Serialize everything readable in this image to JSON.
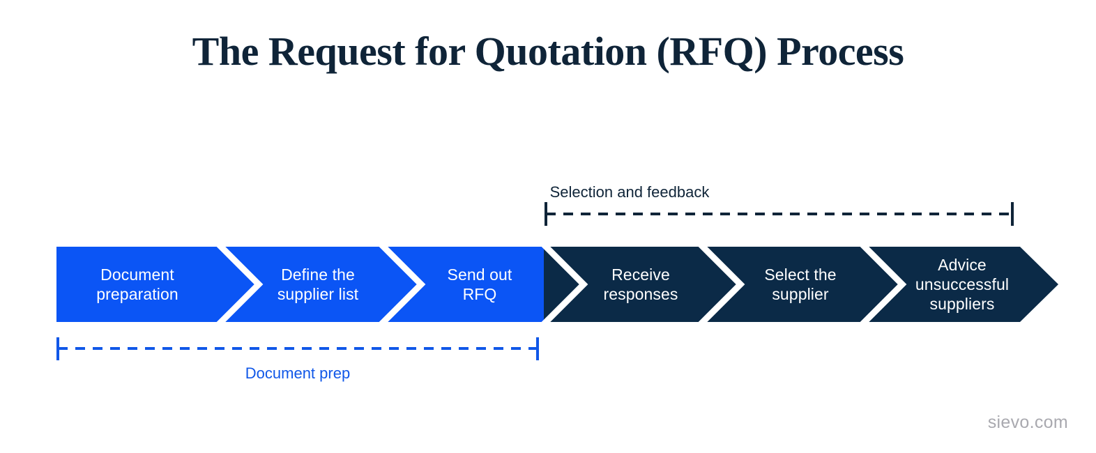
{
  "page": {
    "title": "The Request for Quotation (RFQ) Process",
    "watermark": "sievo.com",
    "background_color": "#ffffff"
  },
  "colors": {
    "blue": "#0B55F5",
    "navy": "#0B2A47",
    "title": "#0F2438",
    "label_blue": "#1057E8",
    "watermark": "#A9A9AF",
    "chevron_gap": "#ffffff"
  },
  "process": {
    "name": "rfq-process-chevron-flow",
    "steps": [
      {
        "id": "step-1",
        "label": "Document\npreparation",
        "phase": "document-prep",
        "color": "#0B55F5"
      },
      {
        "id": "step-2",
        "label": "Define the\nsupplier list",
        "phase": "document-prep",
        "color": "#0B55F5"
      },
      {
        "id": "step-3",
        "label": "Send out\nRFQ",
        "phase": "document-prep",
        "color": "#0B55F5"
      },
      {
        "id": "step-4",
        "label": "Receive\nresponses",
        "phase": "selection-and-feedback",
        "color": "#0B2A47"
      },
      {
        "id": "step-5",
        "label": "Select the\nsupplier",
        "phase": "selection-and-feedback",
        "color": "#0B2A47"
      },
      {
        "id": "step-6",
        "label": "Advice\nunsuccessful\nsuppliers",
        "phase": "selection-and-feedback",
        "color": "#0B2A47"
      }
    ]
  },
  "brackets": {
    "selection": {
      "label": "Selection and feedback",
      "position": "above",
      "color": "#0F2438",
      "covers_steps": [
        "step-4",
        "step-5",
        "step-6"
      ]
    },
    "document_prep": {
      "label": "Document prep",
      "position": "below",
      "color": "#1057E8",
      "covers_steps": [
        "step-1",
        "step-2",
        "step-3"
      ]
    }
  }
}
